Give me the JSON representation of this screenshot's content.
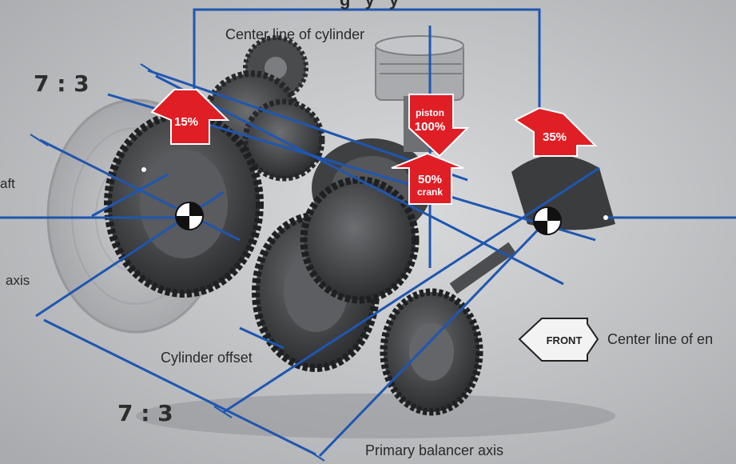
{
  "labels": {
    "top_partial": "g y y",
    "center_line_cylinder": "Center line of cylinder",
    "shaft_partial": "aft",
    "axis_partial": "axis",
    "cylinder_offset": "Cylinder offset",
    "primary_balancer_axis": "Primary balancer axis",
    "center_line_engine_partial": "Center line of en"
  },
  "ratios": {
    "upper": "7 : 3",
    "lower": "7 : 3"
  },
  "arrows": {
    "left_percent": "15%",
    "piston_word": "piston",
    "piston_percent": "100%",
    "crank_percent": "50%",
    "crank_word": "crank",
    "right_percent": "35%"
  },
  "front_label": "FRONT",
  "colors": {
    "line_blue": "#1f56b0",
    "arrow_red": "#e01e26",
    "background": "#bfc1c4",
    "gear_dark": "#3a3b3d"
  }
}
